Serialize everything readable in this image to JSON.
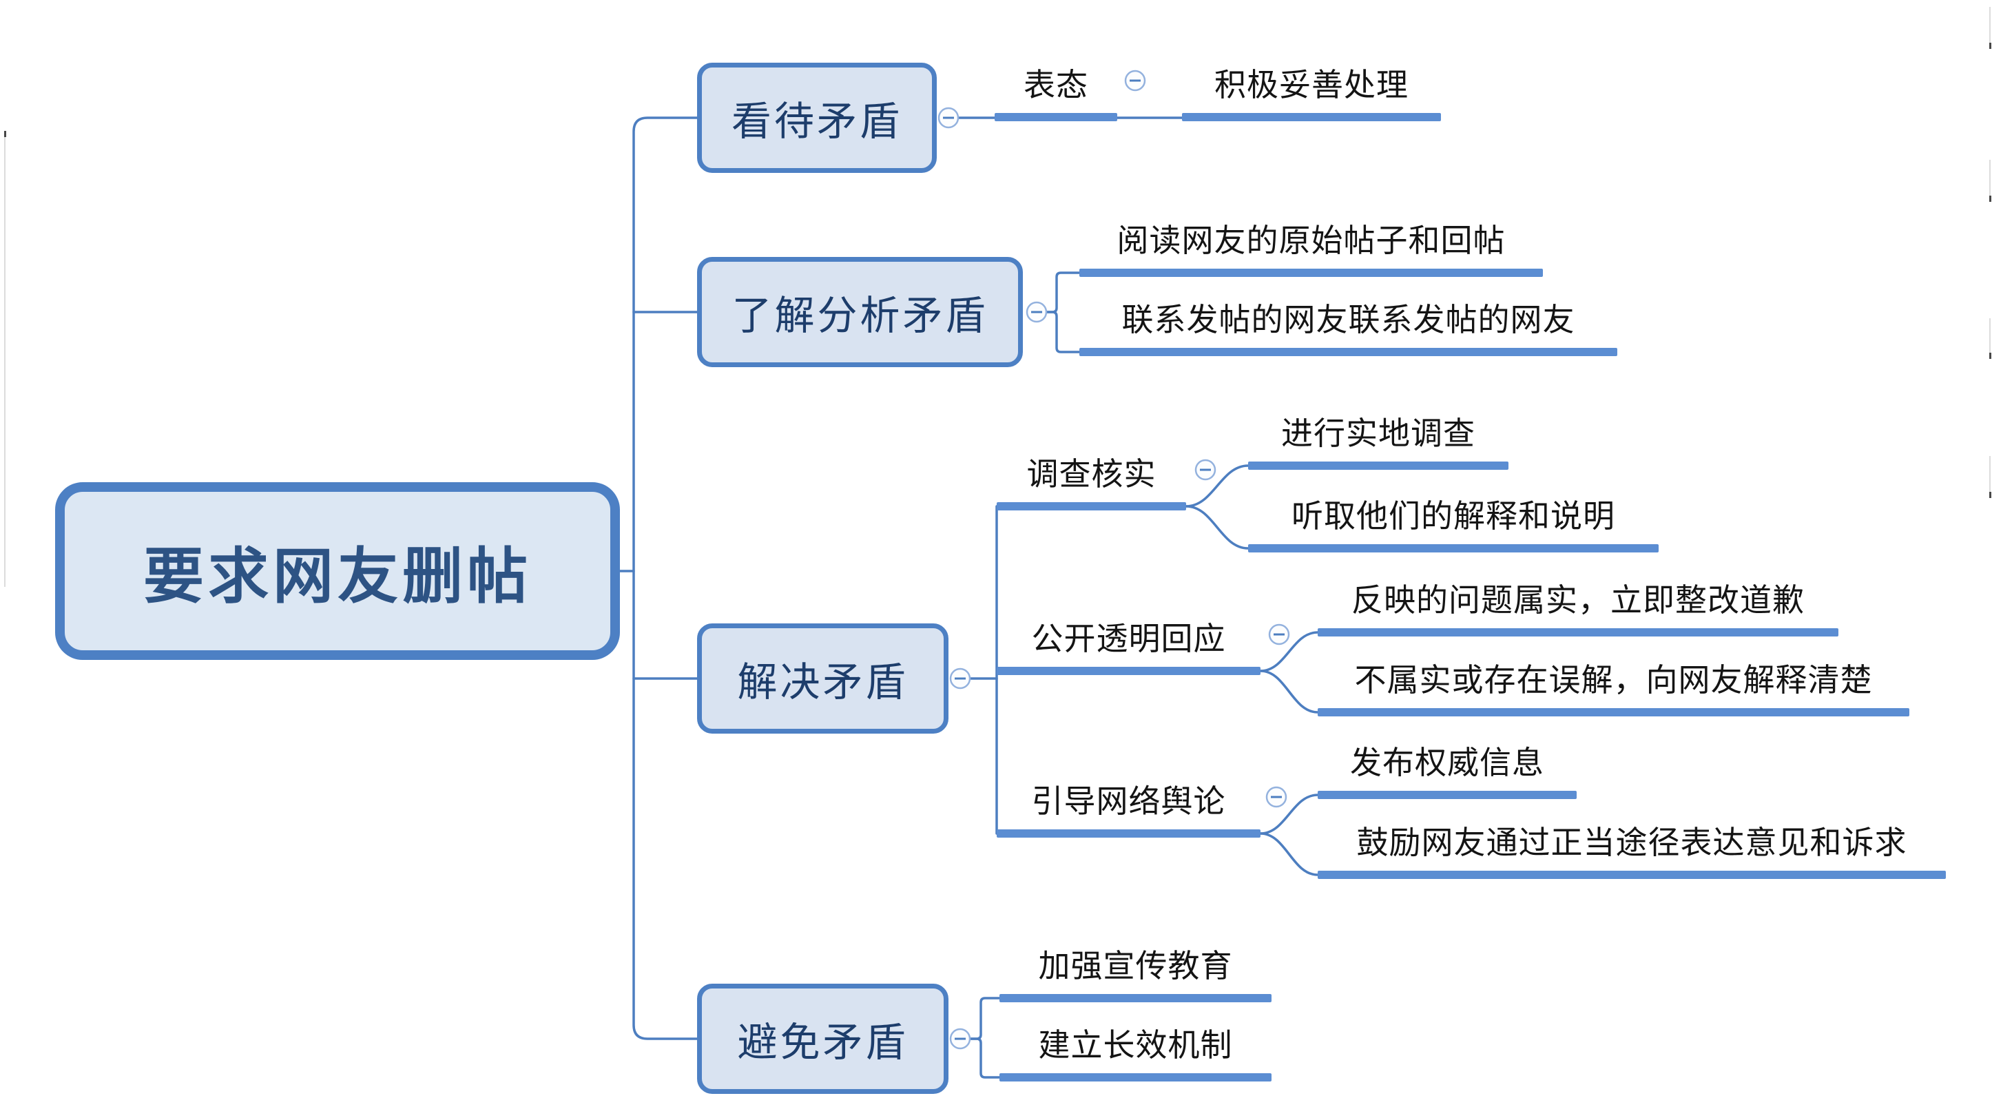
{
  "root": {
    "label": "要求网友删帖"
  },
  "branches": [
    {
      "label": "看待矛盾",
      "children": [
        {
          "label": "表态",
          "children": [
            {
              "label": "积极妥善处理"
            }
          ]
        }
      ]
    },
    {
      "label": "了解分析矛盾",
      "children": [
        {
          "label": "阅读网友的原始帖子和回帖"
        },
        {
          "label": "联系发帖的网友联系发帖的网友"
        }
      ]
    },
    {
      "label": "解决矛盾",
      "children": [
        {
          "label": "调查核实",
          "children": [
            {
              "label": "进行实地调查"
            },
            {
              "label": "听取他们的解释和说明"
            }
          ]
        },
        {
          "label": "公开透明回应",
          "children": [
            {
              "label": "反映的问题属实，立即整改道歉"
            },
            {
              "label": "不属实或存在误解，向网友解释清楚"
            }
          ]
        },
        {
          "label": "引导网络舆论",
          "children": [
            {
              "label": "发布权威信息"
            },
            {
              "label": "鼓励网友通过正当途径表达意见和诉求"
            }
          ]
        }
      ]
    },
    {
      "label": "避免矛盾",
      "children": [
        {
          "label": "加强宣传教育"
        },
        {
          "label": "建立长效机制"
        }
      ]
    }
  ],
  "icons": {
    "collapse": "minus-circle-icon"
  },
  "colors": {
    "connector_line": "#4d7ec0",
    "underline_bar": "#5b8dd2",
    "box_border": "#4d80c4",
    "box_fill": "#d9e3f1",
    "root_fill": "#dce7f3",
    "box_text": "#1d3d6b",
    "root_text": "#2d5384",
    "child_text": "#141414",
    "collapse_ring": "#94b2de"
  }
}
